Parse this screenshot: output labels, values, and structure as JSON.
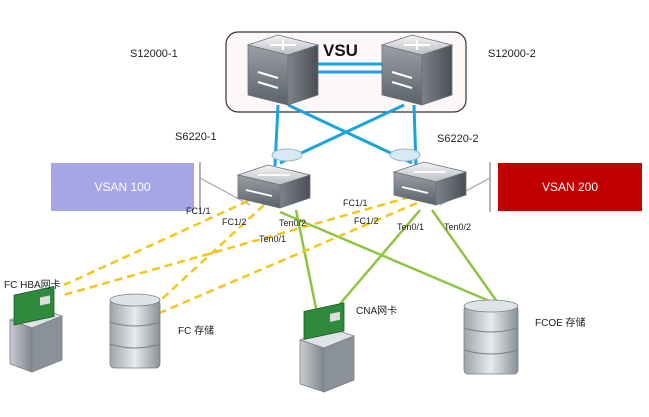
{
  "vsu": {
    "title": "VSU"
  },
  "core_switches": [
    {
      "name": "S12000-1"
    },
    {
      "name": "S12000-2"
    }
  ],
  "access_switches": [
    {
      "name": "S6220-1"
    },
    {
      "name": "S6220-2"
    }
  ],
  "vsans": [
    {
      "label": "VSAN 100",
      "color": "#a6a6e6"
    },
    {
      "label": "VSAN 200",
      "color": "#c00000"
    }
  ],
  "ports": {
    "left_fc1": "FC1/1",
    "left_fc2": "FC1/2",
    "left_ten2": "Ten0/2",
    "left_ten1": "Ten0/1",
    "right_fc1": "FC1/1",
    "right_fc2": "FC1/2",
    "right_ten1": "Ten0/1",
    "right_ten2": "Ten0/2"
  },
  "end_devices": {
    "fc_hba": "FC HBA网卡",
    "fc_storage": "FC 存储",
    "cna": "CNA网卡",
    "fcoe_storage": "FCOE 存储"
  },
  "colors": {
    "stack_link": "#19a3e0",
    "fc_link": "#f5c518",
    "ethernet_link": "#8cc63f",
    "vsu_border": "#333333",
    "vsu_fill": "#fdf7f7"
  }
}
